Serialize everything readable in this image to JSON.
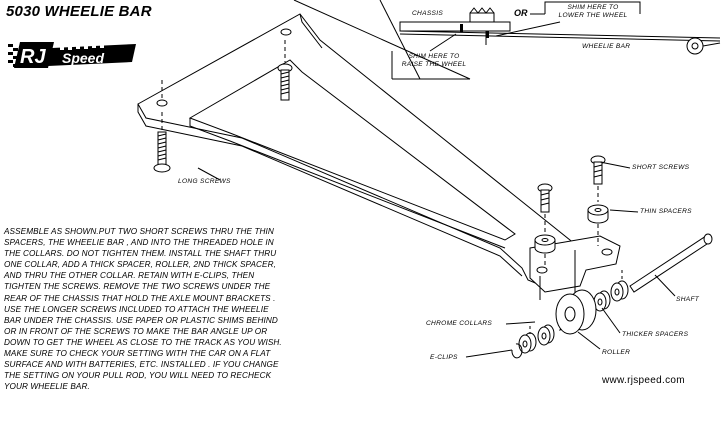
{
  "title": "5030 WHEELIE BAR",
  "logo_text": "RJSpeed",
  "labels": {
    "chassis": "CHASSIS",
    "or": "OR",
    "shim_lower": [
      "SHIM HERE TO",
      "LOWER THE WHEEL"
    ],
    "shim_raise": [
      "SHIM HERE TO",
      "RAISE THE WHEEL"
    ],
    "wheelie_bar": "WHEELIE BAR",
    "long_screws": "LONG SCREWS",
    "short_screws": "SHORT SCREWS",
    "thin_spacers": "THIN SPACERS",
    "shaft": "SHAFT",
    "chrome_collars": "CHROME COLLARS",
    "thicker_spacers": "THICKER SPACERS",
    "roller": "ROLLER",
    "e_clips": "E-CLIPS"
  },
  "instructions": [
    "ASSEMBLE AS SHOWN.PUT TWO SHORT SCREWS THRU THE THIN",
    "SPACERS, THE WHEELIE BAR , AND INTO THE THREADED HOLE IN",
    "THE COLLARS. DO NOT TIGHTEN THEM. INSTALL THE SHAFT THRU",
    "ONE COLLAR, ADD A THICK SPACER, ROLLER, 2ND THICK SPACER,",
    "AND THRU THE OTHER COLLAR. RETAIN WITH E-CLIPS, THEN",
    "TIGHTEN THE SCREWS. REMOVE THE TWO SCREWS UNDER THE",
    "REAR OF THE CHASSIS THAT HOLD THE AXLE MOUNT BRACKETS .",
    "USE THE LONGER SCREWS INCLUDED TO ATTACH THE WHEELIE",
    "BAR UNDER THE CHASSIS. USE PAPER OR PLASTIC SHIMS BEHIND",
    "OR IN FRONT OF THE SCREWS TO MAKE THE BAR ANGLE UP OR",
    "DOWN TO GET THE WHEEL AS CLOSE TO THE TRACK AS YOU WISH.",
    "MAKE SURE TO CHECK YOUR SETTING WITH THE CAR ON A FLAT",
    "SURFACE AND WITH BATTERIES, ETC. INSTALLED . IF YOU CHANGE",
    "THE SETTING ON YOUR PULL ROD, YOU WILL NEED TO RECHECK",
    "YOUR WHEELIE BAR."
  ],
  "website": "www.rjspeed.com"
}
